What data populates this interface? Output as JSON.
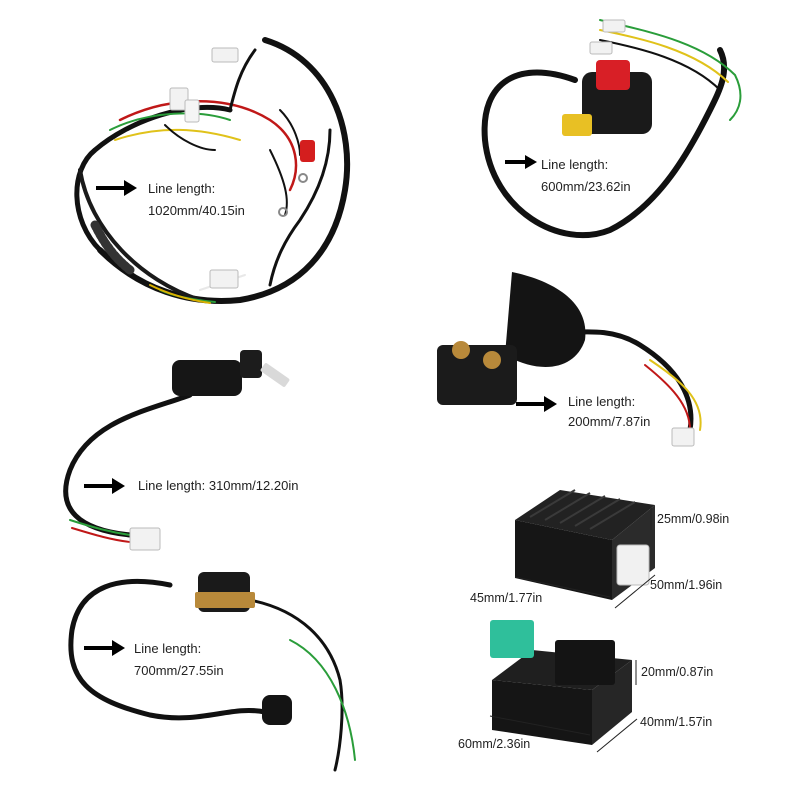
{
  "parts": {
    "harness": {
      "line1": "Line length:",
      "line2": "1020mm/40.15in"
    },
    "switch": {
      "line1": "Line length:",
      "line2": "600mm/23.62in"
    },
    "relay": {
      "line1": "Line length:",
      "line2": "200mm/7.87in"
    },
    "ignition": {
      "text": "Line length:  310mm/12.20in"
    },
    "coil": {
      "line1": "Line length:",
      "line2": "700mm/27.55in"
    }
  },
  "regulator": {
    "height": "25mm/0.98in",
    "depth": "50mm/1.96in",
    "width": "45mm/1.77in"
  },
  "cdi": {
    "height": "20mm/0.87in",
    "depth": "40mm/1.57in",
    "width": "60mm/2.36in"
  }
}
